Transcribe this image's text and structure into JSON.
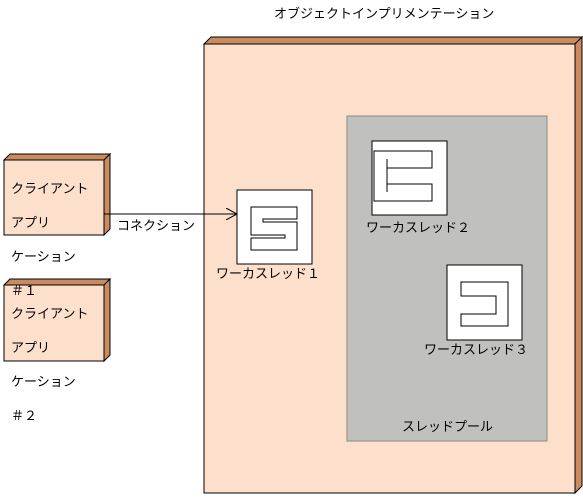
{
  "object_impl": {
    "title": "オブジェクトインプリメンテーション"
  },
  "clients": [
    {
      "lines": [
        "クライアント",
        "アプリ",
        "ケーション",
        "＃１"
      ]
    },
    {
      "lines": [
        "クライアント",
        "アプリ",
        "ケーション",
        "＃２"
      ]
    }
  ],
  "connection": {
    "label": "コネクション"
  },
  "workers": [
    {
      "label": "ワーカスレッド１"
    },
    {
      "label": "ワーカスレッド２"
    },
    {
      "label": "ワーカスレッド３"
    }
  ],
  "thread_pool": {
    "label": "スレッドプール"
  },
  "colors": {
    "node_fill": "#fde0cc",
    "node_side": "#c98b5f",
    "pool_fill": "#c0c1be",
    "stroke": "#000000"
  }
}
